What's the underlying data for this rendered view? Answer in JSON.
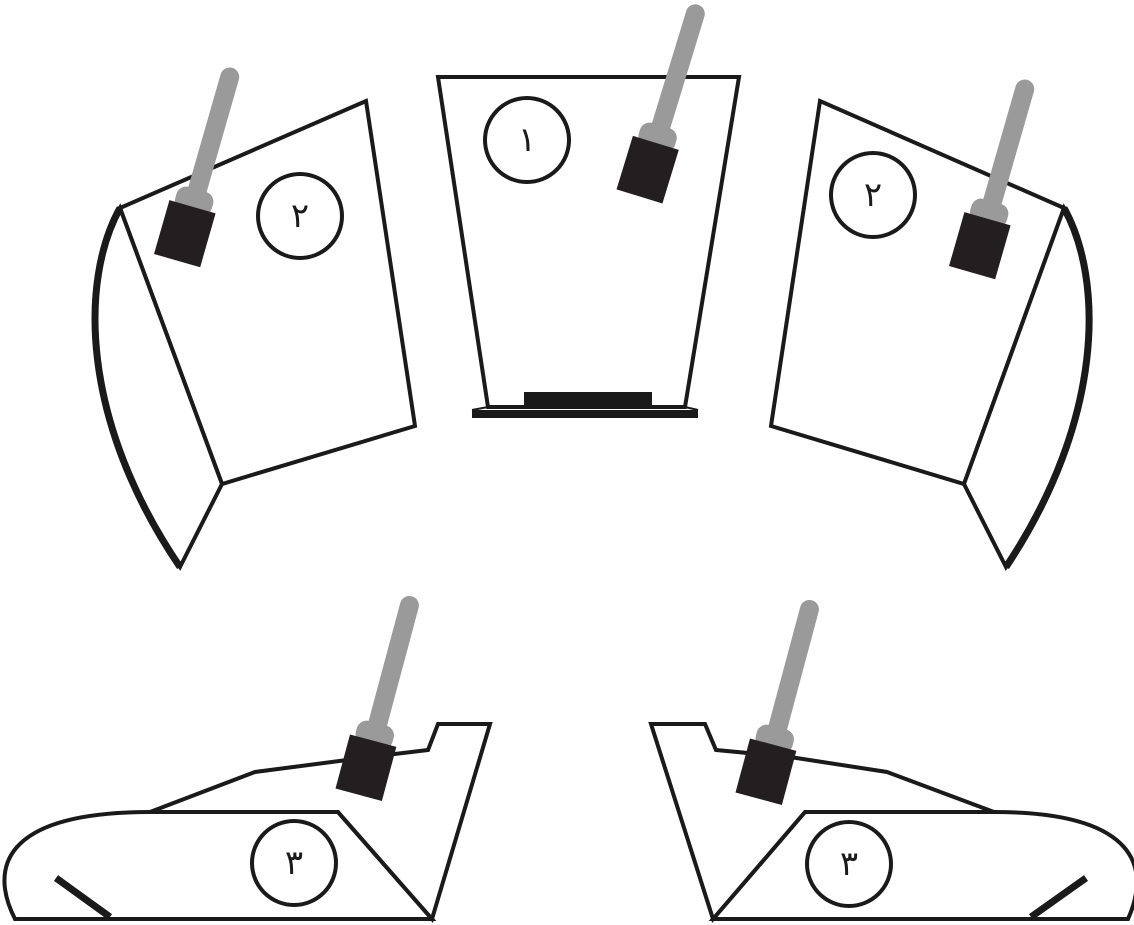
{
  "labels": {
    "front": "١",
    "left_side": "٢",
    "right_side": "٢",
    "left_bottom": "٣",
    "right_bottom": "٣"
  },
  "colors": {
    "outline": "#1a1a1a",
    "brush_handle": "#9a9a9a",
    "brush_bristles": "#231f20",
    "background": "#ffffff"
  },
  "icons": {
    "brush": "paintbrush-icon"
  }
}
